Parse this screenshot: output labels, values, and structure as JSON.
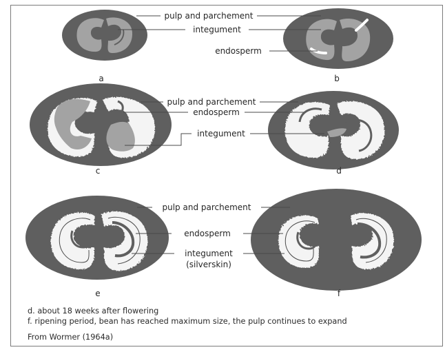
{
  "figure": {
    "panel_letters": [
      "a",
      "b",
      "c",
      "d",
      "e",
      "f"
    ],
    "row1": {
      "pulp": "pulp and parchement",
      "integument": "integument",
      "endosperm": "endosperm"
    },
    "row2": {
      "pulp": "pulp and parchement",
      "endosperm": "endosperm",
      "integument": "integument"
    },
    "row3": {
      "pulp": "pulp and parchement",
      "endosperm": "endosperm",
      "integument": "integument",
      "integument_sub": "(silverskin)"
    },
    "colors": {
      "pulp": "#5f5f5f",
      "integument": "#a3a3a3",
      "endosperm": "#f4f4f4",
      "line": "#4a4a4a"
    }
  },
  "caption": {
    "line_d": "d. about 18 weeks after flowering",
    "line_f": "f. ripening period, bean has reached maximum size, the pulp continues to expand",
    "source": "From Wormer (1964a)"
  }
}
